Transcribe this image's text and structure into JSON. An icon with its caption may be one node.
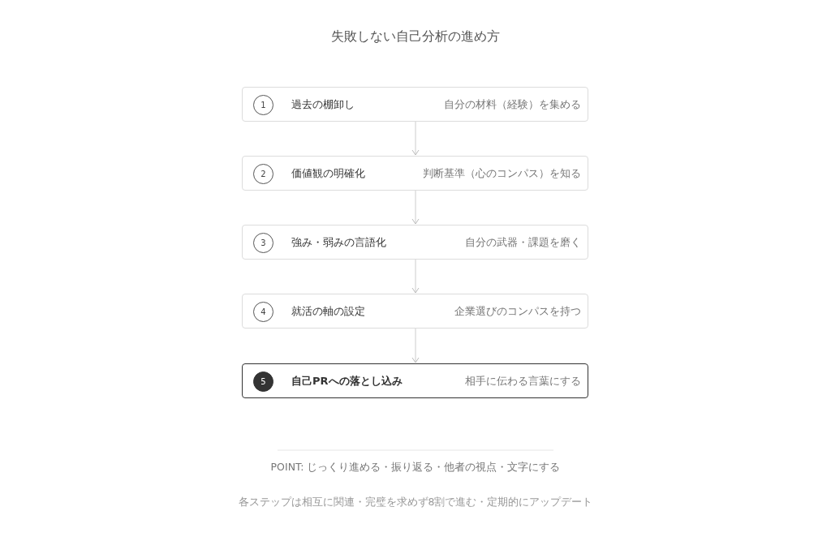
{
  "diagram": {
    "title": "失敗しない自己分析の進め方",
    "nodes": [
      {
        "text": [
          "過去の棚卸し",
          "自分の材料（経験）を集める"
        ]
      },
      {
        "text": [
          "1"
        ],
        "in": 0
      },
      {
        "text": [
          "価値観の明確化",
          "判断基準（心のコンパス）を知る"
        ]
      },
      {
        "text": [
          "2"
        ],
        "in": 2
      },
      {
        "text": [
          "強み・弱みの言語化",
          "自分の武器・課題を磨く"
        ]
      },
      {
        "text": [
          "3"
        ],
        "in": 4
      },
      {
        "text": [
          "就活の軸の設定",
          "企業選びのコンパスを持つ"
        ]
      },
      {
        "text": [
          "4"
        ],
        "in": 6
      },
      {
        "text": [
          "自己PRへの落とし込み",
          "相手に伝わる言葉にする"
        ]
      },
      {
        "text": [
          "5"
        ],
        "in": 8
      }
    ],
    "edges": [
      {
        "from": 0,
        "to": 2,
        "arrow": "to"
      },
      {
        "from": 2,
        "to": 4,
        "arrow": "to"
      },
      {
        "from": 4,
        "to": 6,
        "arrow": "to"
      },
      {
        "from": 6,
        "to": 8,
        "arrow": "to"
      }
    ],
    "labels": [
      "POINT: じっくり進める・振り返る・他者の視点・文字にする",
      "各ステップは相互に関連・完璧を求めず8割で進む・定期的にアップデート"
    ]
  }
}
